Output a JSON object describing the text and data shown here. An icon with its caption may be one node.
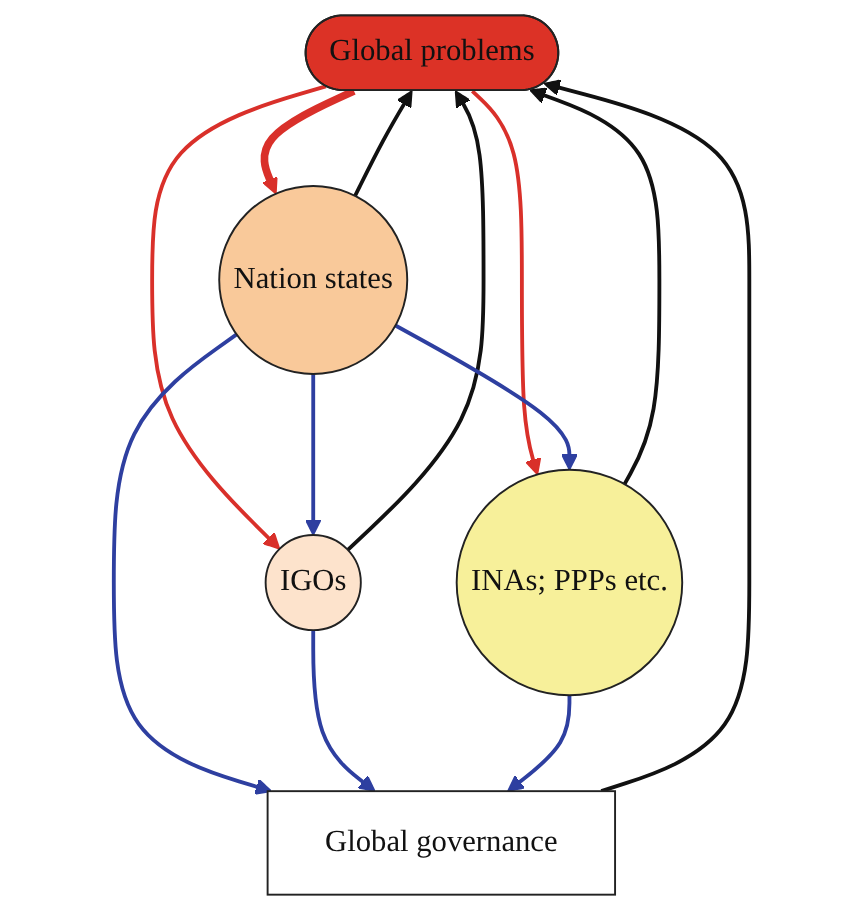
{
  "diagram": {
    "nodes": [
      {
        "text": [
          "Global problems"
        ]
      },
      {
        "text": [
          "Nation states"
        ]
      },
      {
        "text": [
          "IGOs"
        ]
      },
      {
        "text": [
          "INAs; PPPs etc."
        ]
      },
      {
        "text": [
          "Global governance"
        ]
      }
    ],
    "edges": [
      {
        "from": 0,
        "to": 1,
        "arrow": "to",
        "style": "thick",
        "color": "#d9302a"
      },
      {
        "from": 0,
        "to": 2,
        "arrow": "to",
        "color": "#d9302a"
      },
      {
        "from": 0,
        "to": 3,
        "arrow": "to",
        "color": "#d9302a"
      },
      {
        "from": 1,
        "to": 0,
        "arrow": "to",
        "color": "#111111"
      },
      {
        "from": 2,
        "to": 0,
        "arrow": "to",
        "color": "#111111"
      },
      {
        "from": 3,
        "to": 0,
        "arrow": "to",
        "color": "#111111"
      },
      {
        "from": 4,
        "to": 0,
        "arrow": "to",
        "color": "#111111"
      },
      {
        "from": 1,
        "to": 2,
        "arrow": "to"
      },
      {
        "from": 1,
        "to": 3,
        "arrow": "to"
      },
      {
        "from": 1,
        "to": 4,
        "arrow": "to"
      },
      {
        "from": 2,
        "to": 4,
        "arrow": "to"
      },
      {
        "from": 3,
        "to": 4,
        "arrow": "to"
      }
    ]
  }
}
